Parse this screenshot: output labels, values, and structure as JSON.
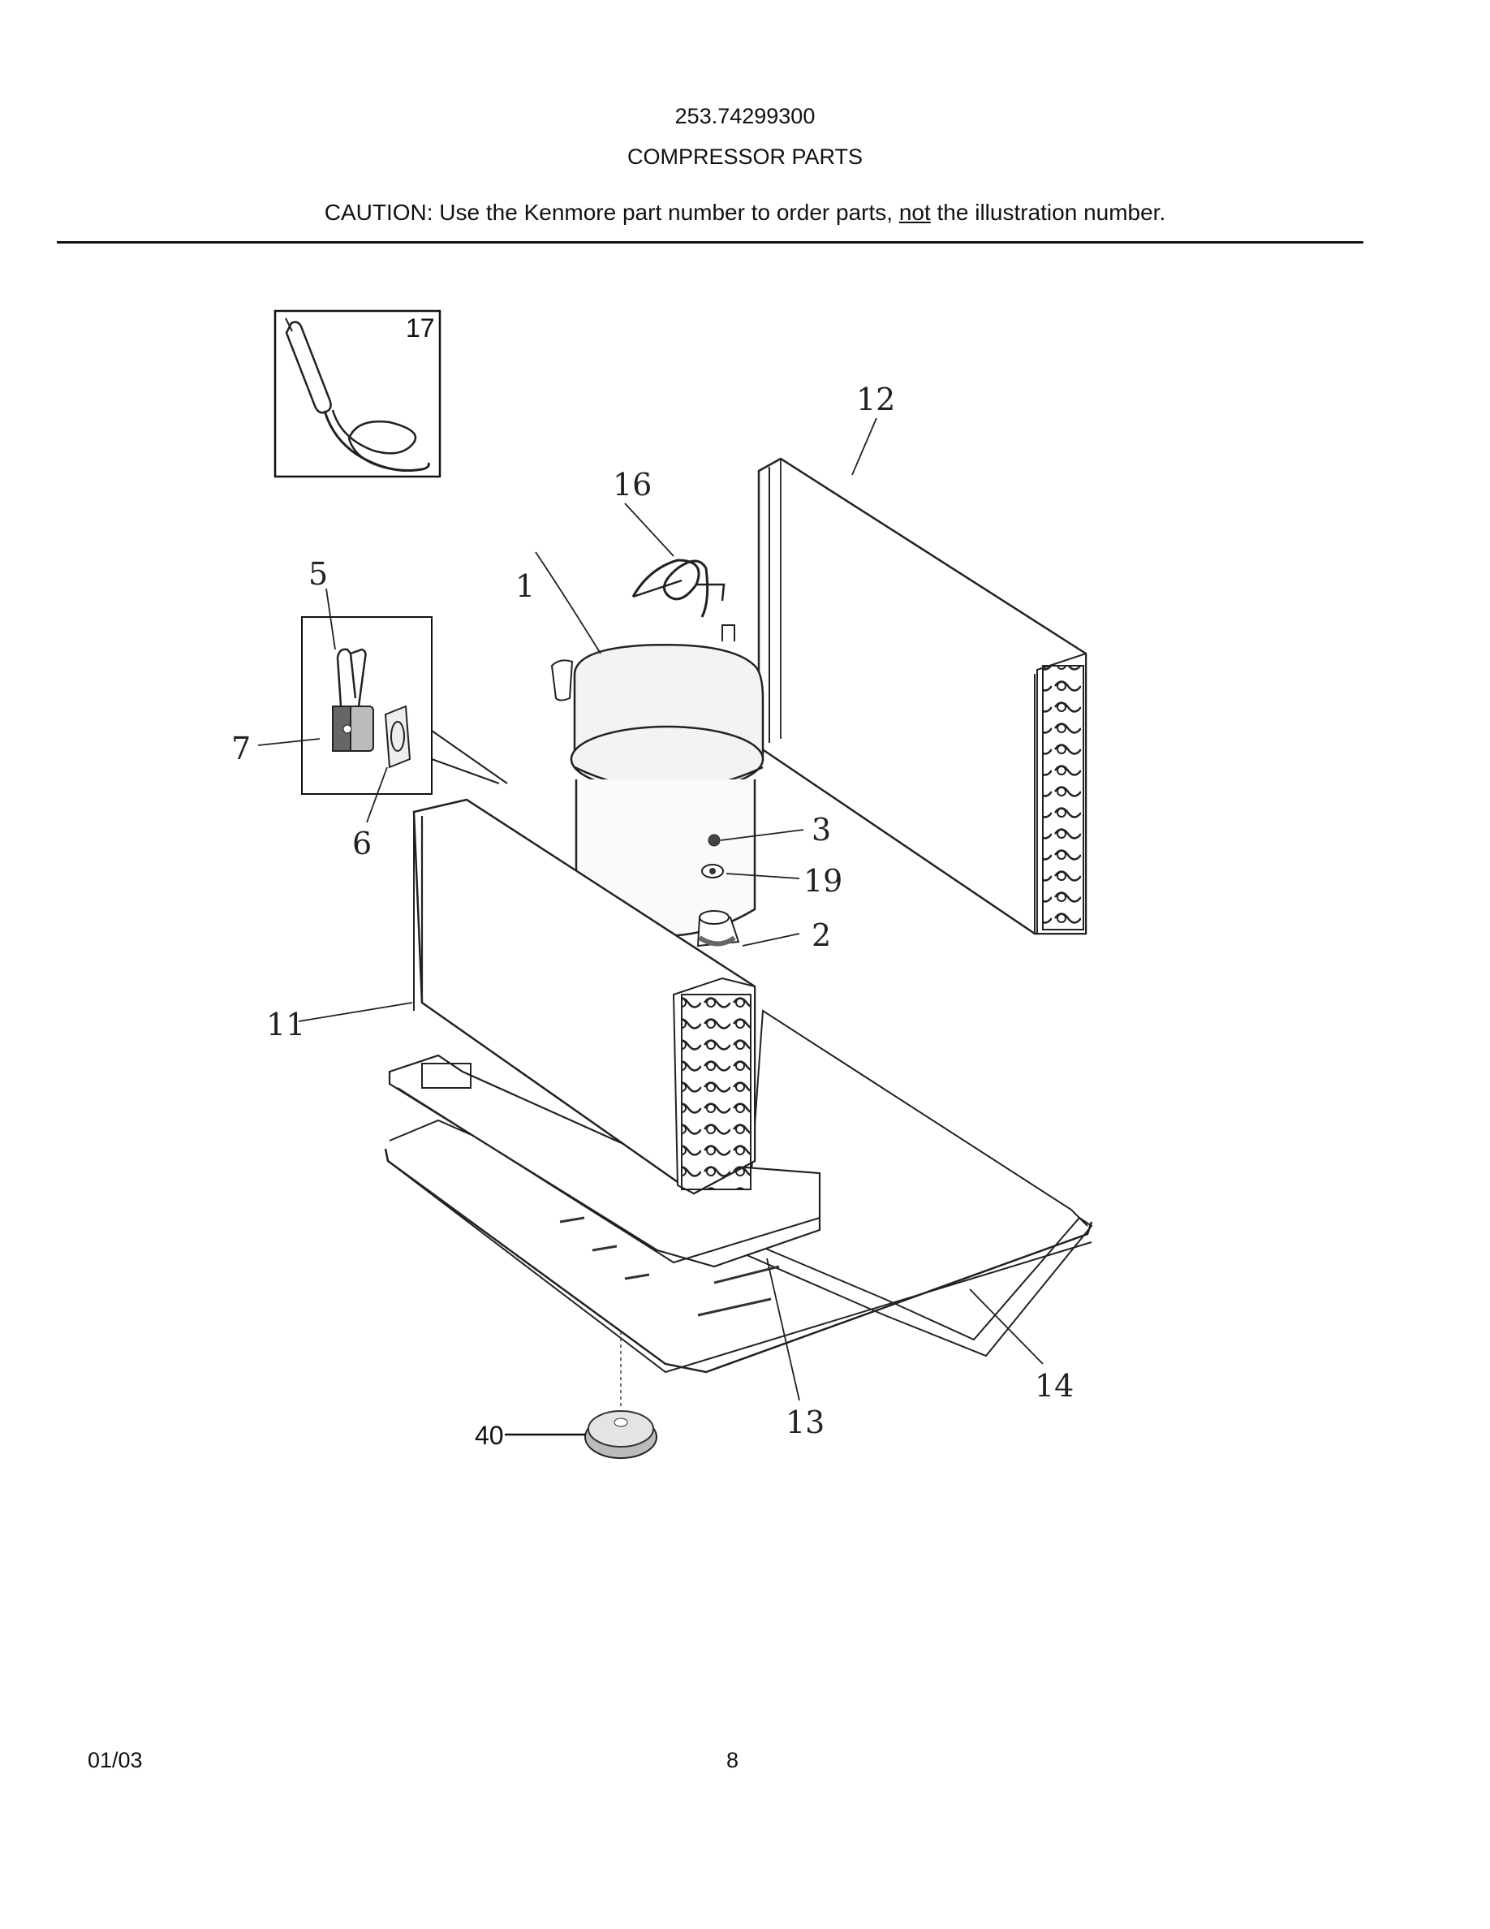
{
  "header": {
    "model_number": "253.74299300",
    "section_title": "COMPRESSOR PARTS",
    "caution_prefix": "CAUTION: Use the Kenmore part number to order parts, ",
    "caution_emphasis": "not",
    "caution_suffix": " the illustration number."
  },
  "callouts": {
    "c1": "1",
    "c2": "2",
    "c3": "3",
    "c5": "5",
    "c6": "6",
    "c7": "7",
    "c11": "11",
    "c12": "12",
    "c13": "13",
    "c14": "14",
    "c16": "16",
    "c17": "17",
    "c19": "19",
    "c40": "40"
  },
  "footer": {
    "date": "01/03",
    "page_number": "8"
  }
}
